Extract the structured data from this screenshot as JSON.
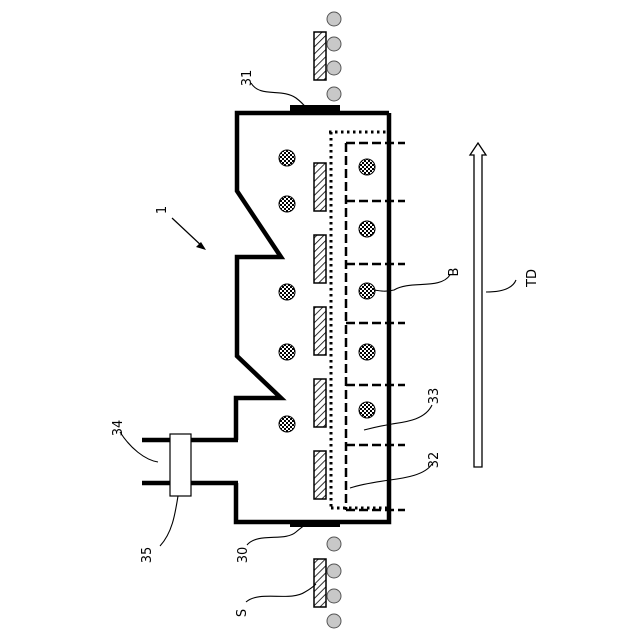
{
  "labels": {
    "device": "1",
    "outlet": "31",
    "inlet": "30",
    "duct_upper": "34",
    "duct_lower": "35",
    "substrate": "S",
    "ref_b": "B",
    "ref_33": "33",
    "ref_32": "32",
    "direction": "TD"
  },
  "colors": {
    "outline": "#000000",
    "roller": "#c8c8c8",
    "background": "#ffffff"
  }
}
